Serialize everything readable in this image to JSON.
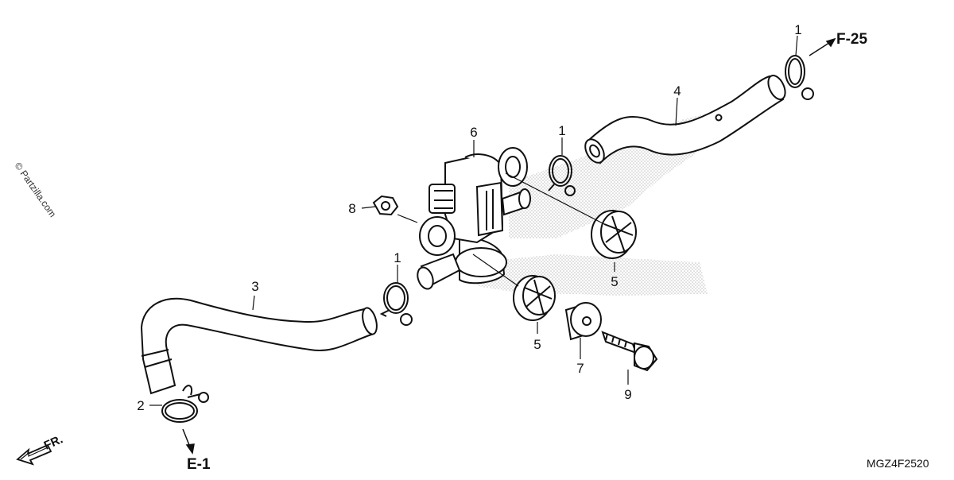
{
  "diagram": {
    "watermark": "© Partzilla.com",
    "part_code": "MGZ4F2520",
    "front_label": "FR.",
    "refs": {
      "f25": "F-25",
      "e1": "E-1"
    },
    "callouts": {
      "c1_top": "1",
      "c1_mid": "1",
      "c1_low": "1",
      "c2": "2",
      "c3": "3",
      "c4": "4",
      "c5_right": "5",
      "c5_low": "5",
      "c6": "6",
      "c7": "7",
      "c8": "8",
      "c9": "9"
    },
    "colors": {
      "line": "#111111",
      "stipple": "#9a9a9a",
      "background": "#ffffff"
    }
  }
}
